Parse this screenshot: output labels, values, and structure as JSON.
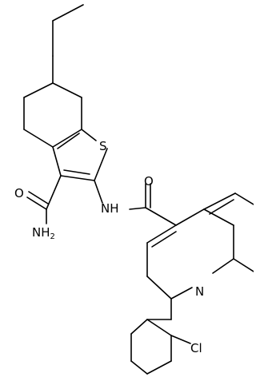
{
  "molecule": {
    "atom_labels": {
      "sulfur": "S",
      "amide_top_oxygen": "O",
      "nh_link": "NH",
      "primary_amide_oxygen": "O",
      "primary_amide_nh2_main": "NH",
      "primary_amide_nh2_sub": "2",
      "quinoline_nitrogen": "N",
      "chlorine": "Cl"
    }
  }
}
